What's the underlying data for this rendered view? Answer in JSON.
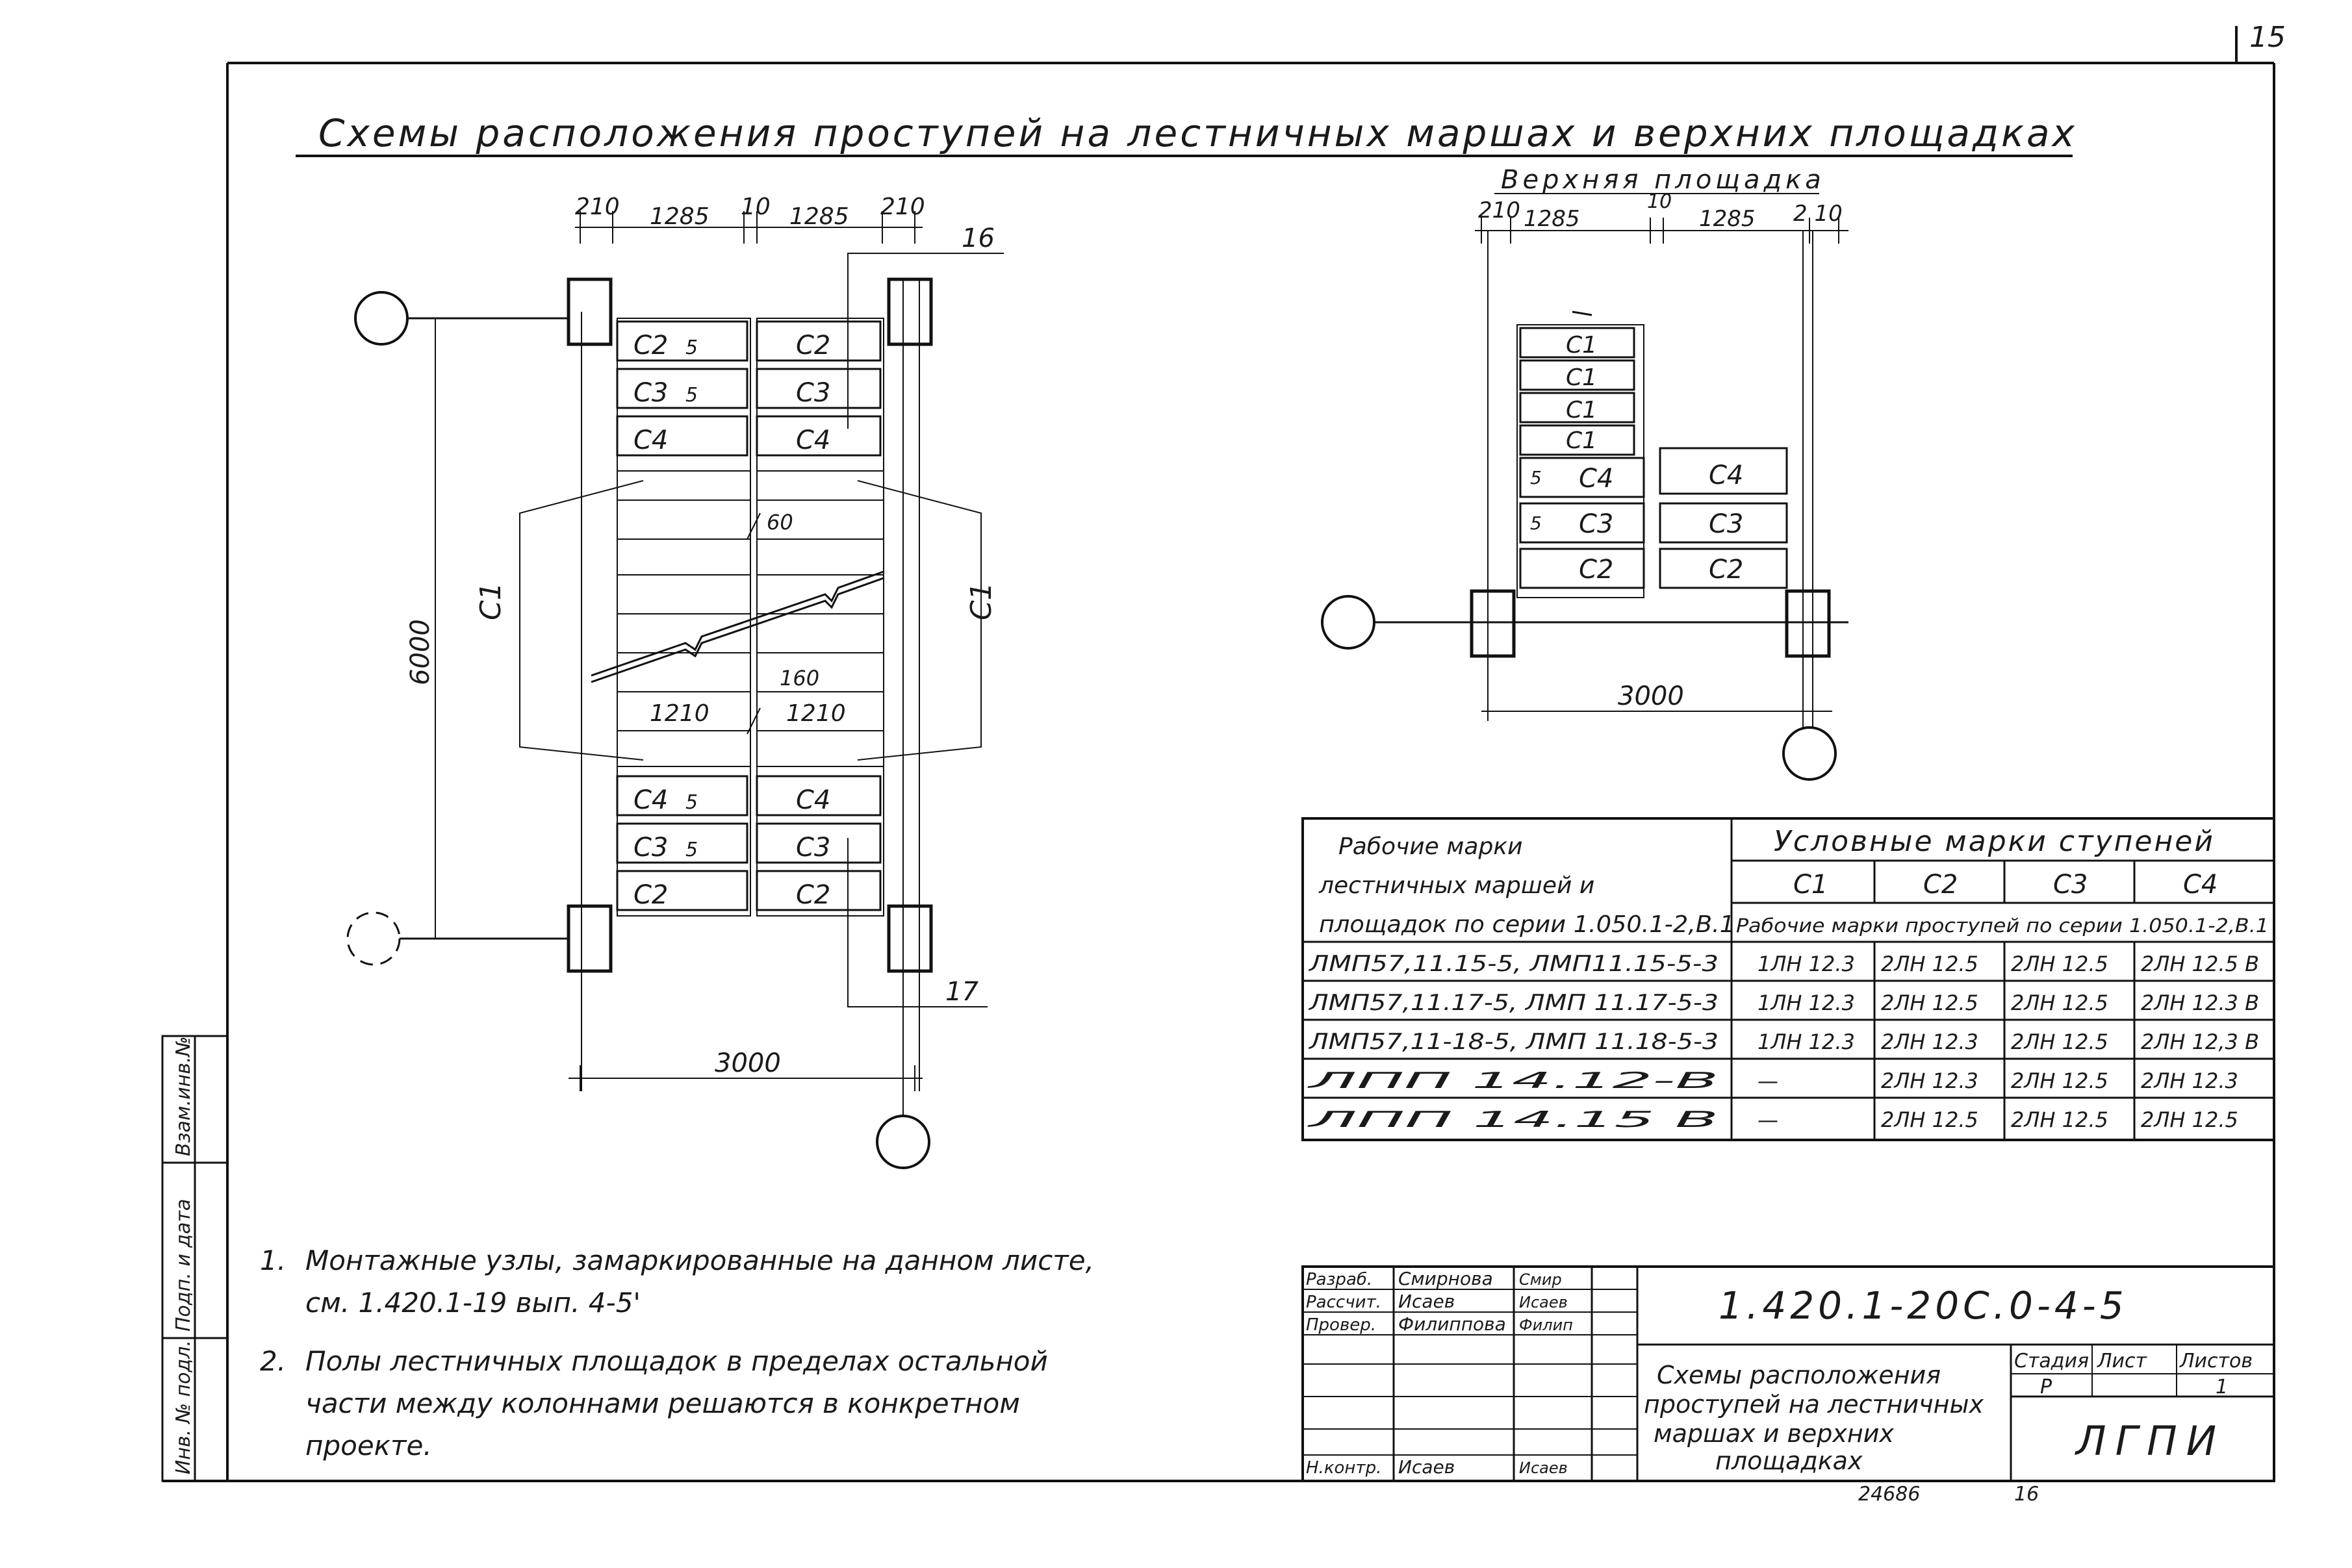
{
  "sheet_number": "15",
  "title": "Схемы расположения проступей на лестничных маршах и верхних площадках",
  "left_plan": {
    "dims_top": [
      "210",
      "1285",
      "10",
      "1285",
      "210"
    ],
    "dim_height": "6000",
    "dim_width": "3000",
    "callout_top": "16",
    "callout_bottom": "17",
    "stair_label": "C1",
    "dim_gap_60": "60",
    "dim_gap_160": "160",
    "dim_1210_left": "1210",
    "dim_1210_right": "1210",
    "gap_5": "5",
    "steps_top_left": [
      "C2",
      "C3",
      "C4"
    ],
    "steps_top_right": [
      "C2",
      "C3",
      "C4"
    ],
    "steps_bottom_left": [
      "C4",
      "C3",
      "C2"
    ],
    "steps_bottom_right": [
      "C4",
      "C3",
      "C2"
    ]
  },
  "right_plan": {
    "heading": "Верхняя площадка",
    "dims_top": [
      "210",
      "1285",
      "10",
      "1285",
      "2 10"
    ],
    "dim_width": "3000",
    "gap_5": "5",
    "steps_left": [
      "C1",
      "C1",
      "C1",
      "C1",
      "C4",
      "C3",
      "C2"
    ],
    "steps_right": [
      "C4",
      "C3",
      "C2"
    ]
  },
  "table": {
    "header_left": "Рабочие марки лестничных маршей и площадок по серии 1.050.1-2,В.1",
    "header_group": "Условные марки ступеней",
    "header_cols": [
      "C1",
      "C2",
      "C3",
      "C4"
    ],
    "header_sub": "Рабочие марки проступей по серии 1.050.1-2,В.1",
    "rows": [
      {
        "mark": "ЛМП57,11.15-5, ЛМП11.15-5-3",
        "c1": "1ЛН 12.3",
        "c2": "2ЛН 12.5",
        "c3": "2ЛН 12.5",
        "c4": "2ЛН 12.5 В"
      },
      {
        "mark": "ЛМП57,11.17-5, ЛМП 11.17-5-3",
        "c1": "1ЛН 12.3",
        "c2": "2ЛН 12.5",
        "c3": "2ЛН 12.5",
        "c4": "2ЛН 12.3 В"
      },
      {
        "mark": "ЛМП57,11-18-5, ЛМП 11.18-5-3",
        "c1": "1ЛН 12.3",
        "c2": "2ЛН 12.3",
        "c3": "2ЛН 12.5",
        "c4": "2ЛН 12,3 В"
      },
      {
        "mark": "ЛПП 14.12-В",
        "c1": "—",
        "c2": "2ЛН 12.3",
        "c3": "2ЛН 12.5",
        "c4": "2ЛН 12.3"
      },
      {
        "mark": "ЛПП 14.15 В",
        "c1": "—",
        "c2": "2ЛН 12.5",
        "c3": "2ЛН 12.5",
        "c4": "2ЛН 12.5"
      }
    ]
  },
  "notes": [
    {
      "num": "1.",
      "lines": [
        "Монтажные узлы, замаркированные на данном листе,",
        "см. 1.420.1-19 вып. 4-5'"
      ]
    },
    {
      "num": "2.",
      "lines": [
        "Полы лестничных площадок в пределах остальной",
        "части между колоннами решаются в конкретном",
        "проекте."
      ]
    }
  ],
  "side_stamp": [
    "Инв. № подл.",
    "Подп. и дата",
    "Взам.инв.№"
  ],
  "title_block": {
    "code": "1.420.1-20С.0-4-5",
    "roles": [
      "Разраб.",
      "Рассчит.",
      "Провер.",
      "",
      "",
      "",
      "Н.контр."
    ],
    "names": [
      "Смирнова",
      "Исаев",
      "Филиппова",
      "",
      "",
      "",
      "Исаев"
    ],
    "signatures": [
      "Смир",
      "Исаев",
      "Филип",
      "",
      "",
      "",
      "Исаев"
    ],
    "description": [
      "Схемы расположения",
      "проступей на лестничных",
      "маршах и верхних",
      "площадках"
    ],
    "stage_label": "Стадия",
    "sheet_label": "Лист",
    "sheets_label": "Листов",
    "stage_value": "Р",
    "sheet_value": "",
    "sheets_value": "1",
    "org": "ЛГПИ",
    "footer_num": "24686",
    "footer_page": "16"
  }
}
